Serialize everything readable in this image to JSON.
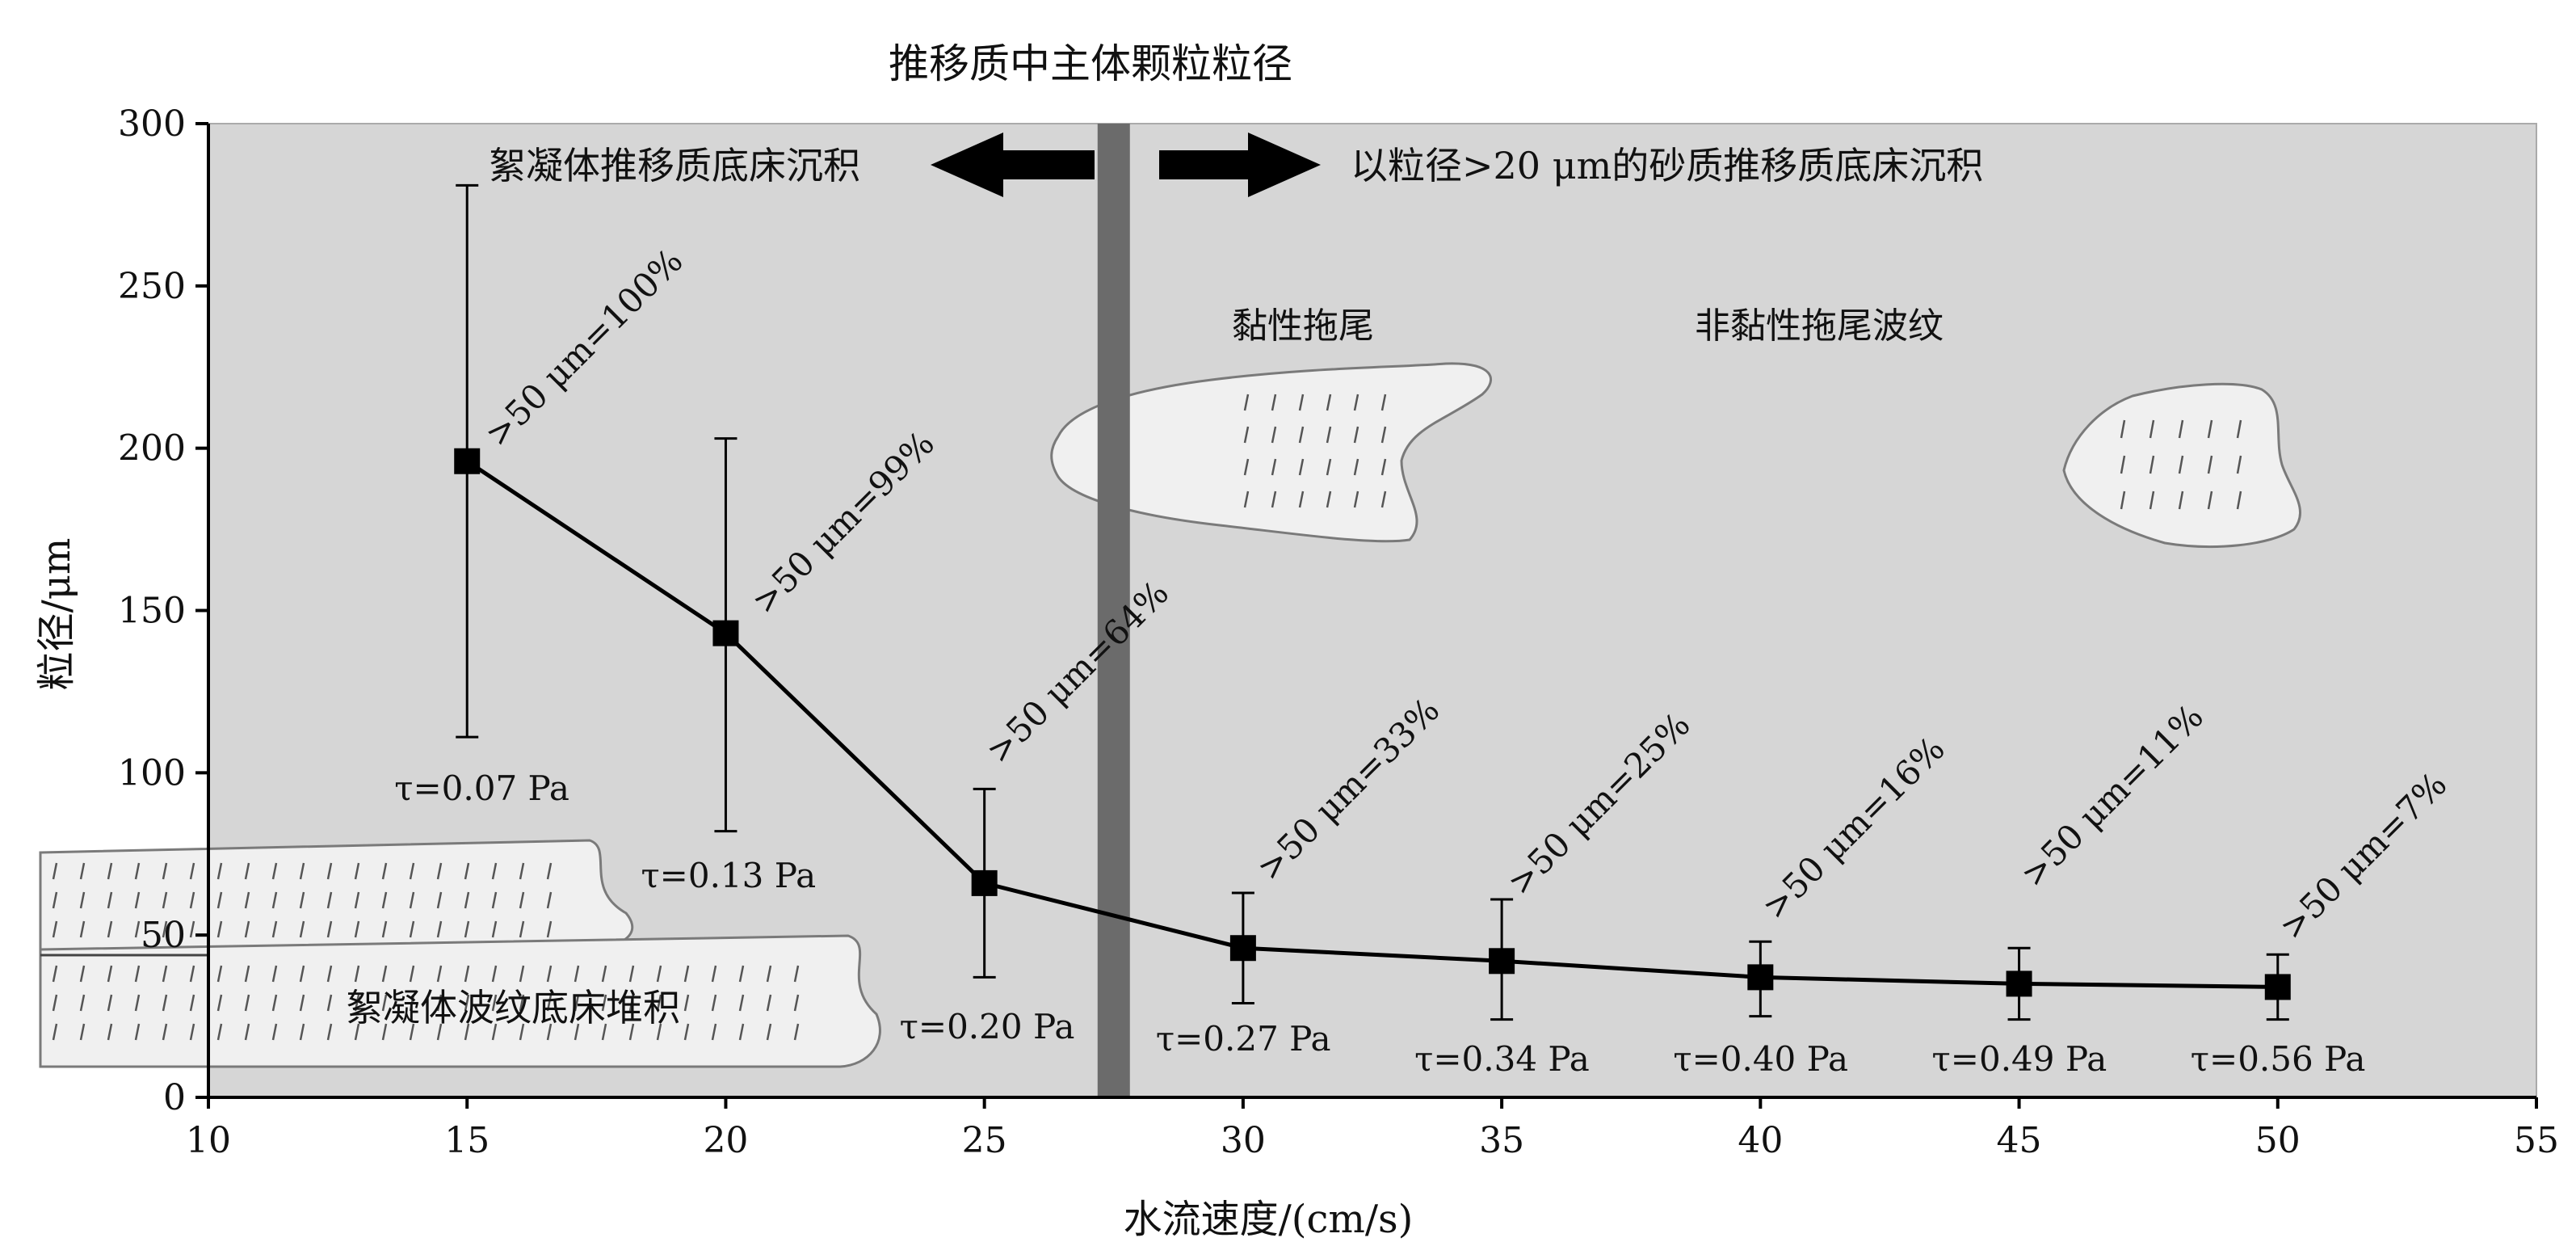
{
  "chart_data": {
    "type": "line",
    "title": "推移质中主体颗粒粒径",
    "xlabel": "水流速度/(cm/s)",
    "ylabel": "粒径/μm",
    "xlim": [
      10,
      55
    ],
    "ylim": [
      0,
      300
    ],
    "xticks": [
      "10",
      "15",
      "20",
      "25",
      "30",
      "35",
      "40",
      "45",
      "50",
      "55"
    ],
    "yticks": [
      "0",
      "50",
      "100",
      "150",
      "200",
      "250",
      "300"
    ],
    "grid": false,
    "points": [
      {
        "x": 15,
        "y": 196,
        "err_low": 111,
        "err_high": 281,
        "tau": "τ=0.07 Pa",
        "pct": ">50 μm=100%"
      },
      {
        "x": 20,
        "y": 143,
        "err_low": 82,
        "err_high": 203,
        "tau": "τ=0.13 Pa",
        "pct": ">50 μm=99%"
      },
      {
        "x": 25,
        "y": 66,
        "err_low": 37,
        "err_high": 95,
        "tau": "τ=0.20 Pa",
        "pct": ">50 μm=64%"
      },
      {
        "x": 30,
        "y": 46,
        "err_low": 29,
        "err_high": 63,
        "tau": "τ=0.27 Pa",
        "pct": ">50 μm=33%"
      },
      {
        "x": 35,
        "y": 42,
        "err_low": 24,
        "err_high": 61,
        "tau": "τ=0.34 Pa",
        "pct": ">50 μm=25%"
      },
      {
        "x": 40,
        "y": 37,
        "err_low": 25,
        "err_high": 48,
        "tau": "τ=0.40 Pa",
        "pct": ">50 μm=16%"
      },
      {
        "x": 45,
        "y": 35,
        "err_low": 24,
        "err_high": 46,
        "tau": "τ=0.49 Pa",
        "pct": ">50 μm=11%"
      },
      {
        "x": 50,
        "y": 34,
        "err_low": 24,
        "err_high": 44,
        "tau": "τ=0.56 Pa",
        "pct": ">50 μm=7%"
      }
    ],
    "divider_x": 27.5,
    "annotations": {
      "left_regime": "絮凝体推移质底床沉积",
      "right_regime": "以粒径>20 μm的砂质推移质底床沉积",
      "cohesive_tail": "黏性拖尾",
      "noncohesive_tail": "非黏性拖尾波纹",
      "floc_ripple": "絮凝体波纹底床堆积"
    },
    "colors": {
      "plot_bg": "#d6d6d6",
      "divider": "#6b6b6b",
      "line": "#000000",
      "bedform_fill": "#f0f0f0"
    }
  }
}
